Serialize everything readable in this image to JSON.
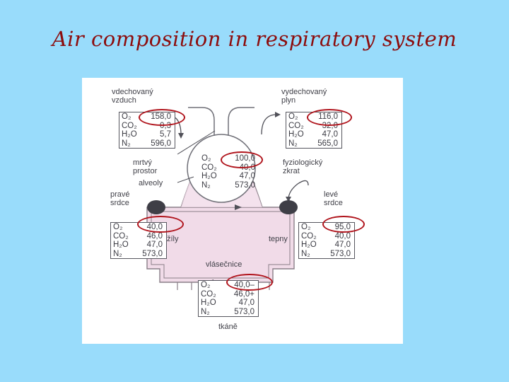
{
  "title": "Air composition in respiratory system",
  "colors": {
    "background": "#99dcfb",
    "title": "#8c0d0d",
    "highlight": "#b0141c",
    "vessel": "#f1dbe8"
  },
  "labels": {
    "inhaled": "vdechovaný\nvzduch",
    "exhaled": "vydechovaný\nplyn",
    "dead_space": "mrtvý\nprostor",
    "alveoli": "alveoly",
    "physiological_shunt": "fyziologický\nzkrat",
    "right_heart": "pravé\nsrdce",
    "left_heart": "levé\nsrdce",
    "veins": "žíly",
    "arteries": "tepny",
    "capillaries": "vlásečnice",
    "tissues": "tkáně"
  },
  "boxes": {
    "inhaled": [
      {
        "gas": "O₂",
        "value": "158,0"
      },
      {
        "gas": "CO₂",
        "value": "0,3"
      },
      {
        "gas": "H₂O",
        "value": "5,7"
      },
      {
        "gas": "N₂",
        "value": "596,0"
      }
    ],
    "exhaled": [
      {
        "gas": "O₂",
        "value": "116,0"
      },
      {
        "gas": "CO₂",
        "value": "32,0"
      },
      {
        "gas": "H₂O",
        "value": "47,0"
      },
      {
        "gas": "N₂",
        "value": "565,0"
      }
    ],
    "alveoli": [
      {
        "gas": "O₂",
        "value": "100,0"
      },
      {
        "gas": "CO₂",
        "value": "40,0"
      },
      {
        "gas": "H₂O",
        "value": "47,0"
      },
      {
        "gas": "N₂",
        "value": "573,0"
      }
    ],
    "veins": [
      {
        "gas": "O₂",
        "value": "40,0"
      },
      {
        "gas": "CO₂",
        "value": "46,0"
      },
      {
        "gas": "H₂O",
        "value": "47,0"
      },
      {
        "gas": "N₂",
        "value": "573,0"
      }
    ],
    "arteries": [
      {
        "gas": "O₂",
        "value": "95,0"
      },
      {
        "gas": "CO₂",
        "value": "40,0"
      },
      {
        "gas": "H₂O",
        "value": "47,0"
      },
      {
        "gas": "N₂",
        "value": "573,0"
      }
    ],
    "tissues": [
      {
        "gas": "O₂",
        "value": "40,0–"
      },
      {
        "gas": "CO₂",
        "value": "46,0+"
      },
      {
        "gas": "H₂O",
        "value": "47,0"
      },
      {
        "gas": "N₂",
        "value": "573,0"
      }
    ]
  }
}
